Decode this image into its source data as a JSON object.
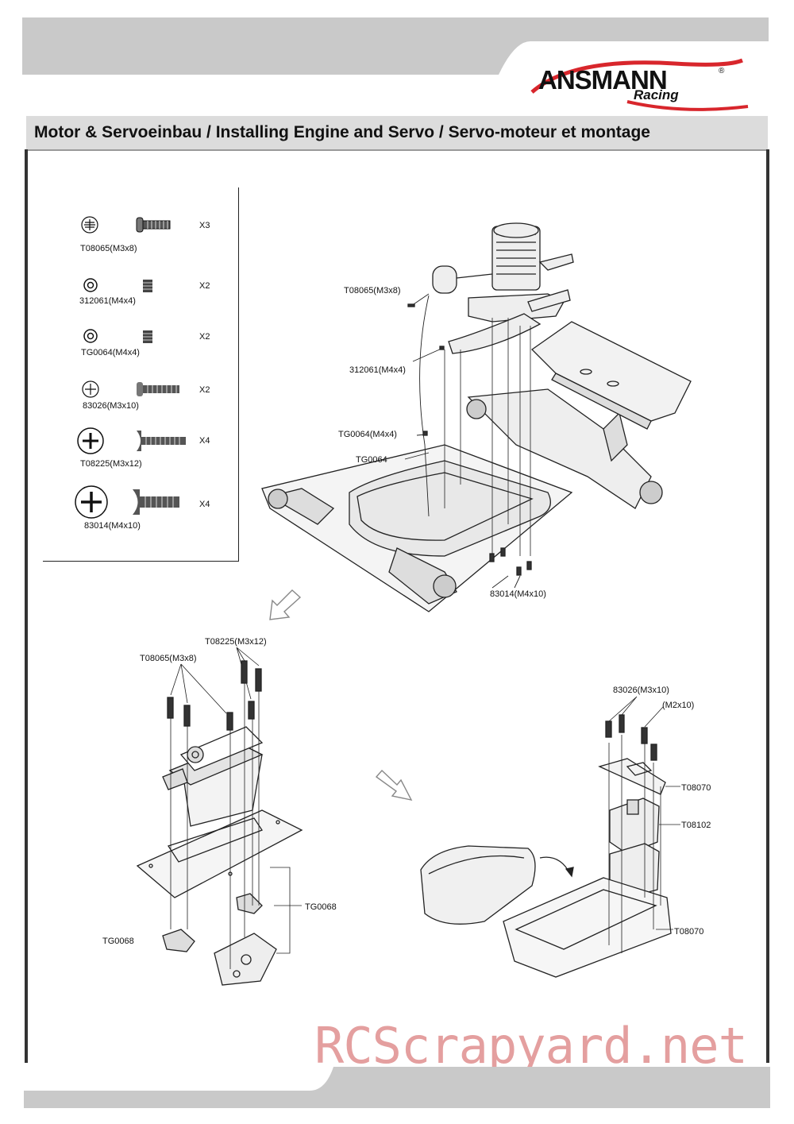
{
  "brand": {
    "name": "ANSMANN",
    "sub": "Racing",
    "reg": "®"
  },
  "title": "Motor & Servoeinbau / Installing Engine and Servo / Servo-moteur et montage",
  "parts": [
    {
      "code": "T08065(M3x8)",
      "qty": "X3",
      "icon": "phillips-pan-head-icon"
    },
    {
      "code": "312061(M4x4)",
      "qty": "X2",
      "icon": "set-screw-icon"
    },
    {
      "code": "TG0064(M4x4)",
      "qty": "X2",
      "icon": "set-screw-icon"
    },
    {
      "code": "83026(M3x10)",
      "qty": "X2",
      "icon": "phillips-pan-head-icon"
    },
    {
      "code": "T08225(M3x12)",
      "qty": "X4",
      "icon": "phillips-flat-head-icon"
    },
    {
      "code": "83014(M4x10)",
      "qty": "X4",
      "icon": "phillips-flat-head-icon"
    }
  ],
  "callouts": {
    "engine": {
      "t08065": "T08065(M3x8)",
      "s312061": "312061(M4x4)",
      "tg0064a": "TG0064(M4x4)",
      "tg0064b": "TG0064",
      "s83014": "83014(M4x10)"
    },
    "servo": {
      "t08225": "T08225(M3x12)",
      "t08065": "T08065(M3x8)",
      "tg0068a": "TG0068",
      "tg0068b": "TG0068"
    },
    "receiver": {
      "s83026": "83026(M3x10)",
      "m2x10": "(M2x10)",
      "t08070a": "T08070",
      "t08102": "T08102",
      "t08070b": "T08070"
    }
  },
  "watermark": "RCScrapyard.net"
}
